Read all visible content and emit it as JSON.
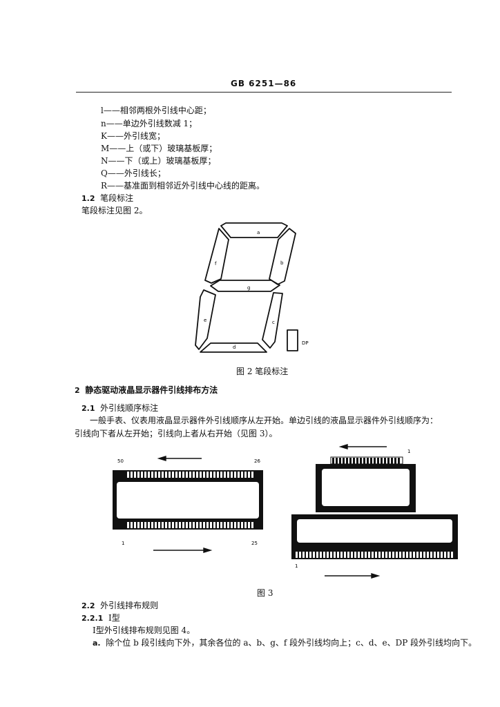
{
  "header": {
    "standard_no": "GB 6251—86"
  },
  "definitions": [
    "l——相邻两根外引线中心距；",
    "n——单边外引线数减 1；",
    "K——外引线宽；",
    "M——上（或下）玻璃基板厚；",
    "N——下（或上）玻璃基板厚；",
    "Q——外引线长；",
    "R——基准面到相邻近外引线中心线的距离。"
  ],
  "section_1_2": {
    "num": "1.2",
    "title": "笔段标注",
    "body": "笔段标注见图 2。"
  },
  "figure2": {
    "segments": {
      "a": "a",
      "b": "b",
      "c": "c",
      "d": "d",
      "e": "e",
      "f": "f",
      "g": "g",
      "dp": "DP"
    },
    "caption": "图 2  笔段标注"
  },
  "section_2": {
    "num": "2",
    "title": "静态驱动液晶显示器件引线排布方法"
  },
  "section_2_1": {
    "num": "2.1",
    "title": "外引线顺序标注",
    "line1": "一般手表、仪表用液晶显示器件外引线顺序从左开始。单边引线的液晶显示器件外引线顺序为：",
    "line2": "引线向下者从左开始；引线向上者从右开始（见图 3）。"
  },
  "figure3": {
    "left_top_left": "50",
    "left_top_right": "26",
    "left_bottom_left": "1",
    "left_bottom_right": "25",
    "right_top_label": "1",
    "right_bottom_label": "1",
    "caption": "图 3"
  },
  "section_2_2": {
    "num": "2.2",
    "title": "外引线排布规则"
  },
  "section_2_2_1": {
    "num": "2.2.1",
    "title": "Ⅰ型",
    "body": "Ⅰ型外引线排布规则见图 4。"
  },
  "item_a": {
    "marker": "a.",
    "text": "除个位 b 段引线向下外，其余各位的 a、b、g、f 段外引线均向上；c、d、e、DP 段外引线均向下。"
  }
}
